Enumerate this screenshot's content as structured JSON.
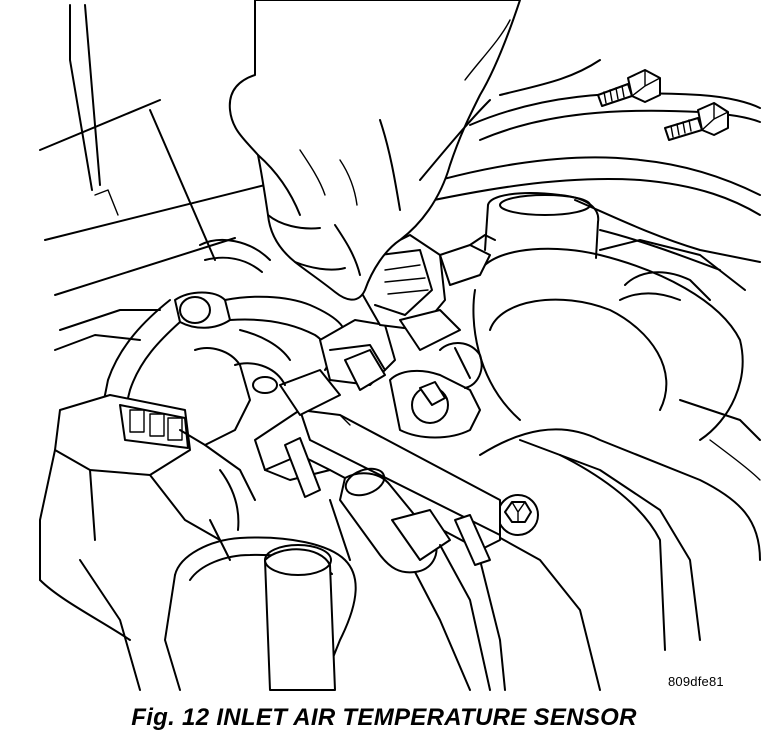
{
  "figure": {
    "reference_code": "809dfe81",
    "caption": "Fig. 12 INLET AIR TEMPERATURE SENSOR"
  },
  "parts": [
    {
      "name": "hand",
      "icon": "hand-icon"
    },
    {
      "name": "electrical-connector",
      "icon": "connector-icon"
    },
    {
      "name": "inlet-air-temperature-sensor",
      "icon": "sensor-icon"
    },
    {
      "name": "mounting-bolts",
      "icon": "bolt-icon"
    },
    {
      "name": "intake-hoses",
      "icon": "hose-icon"
    }
  ]
}
